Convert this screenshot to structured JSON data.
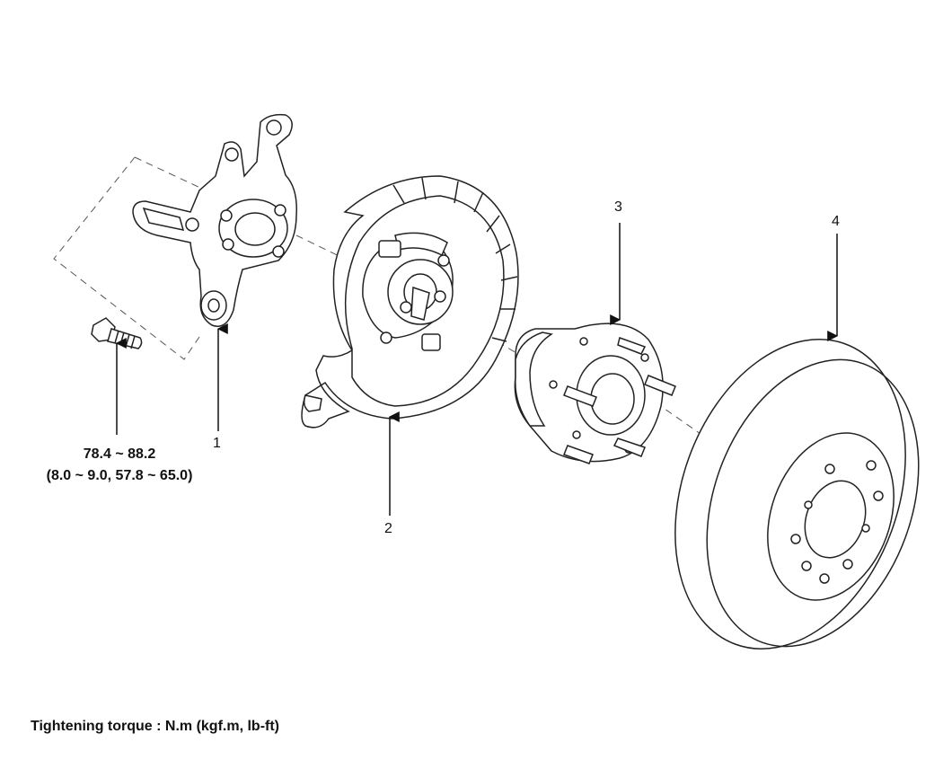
{
  "callouts": [
    {
      "number": "1"
    },
    {
      "number": "2"
    },
    {
      "number": "3"
    },
    {
      "number": "4"
    }
  ],
  "torque_spec": {
    "line1": "78.4 ~ 88.2",
    "line2": "(8.0 ~ 9.0, 57.8 ~ 65.0)"
  },
  "footer": {
    "text": "Tightening torque : N.m (kgf.m, lb-ft)"
  }
}
